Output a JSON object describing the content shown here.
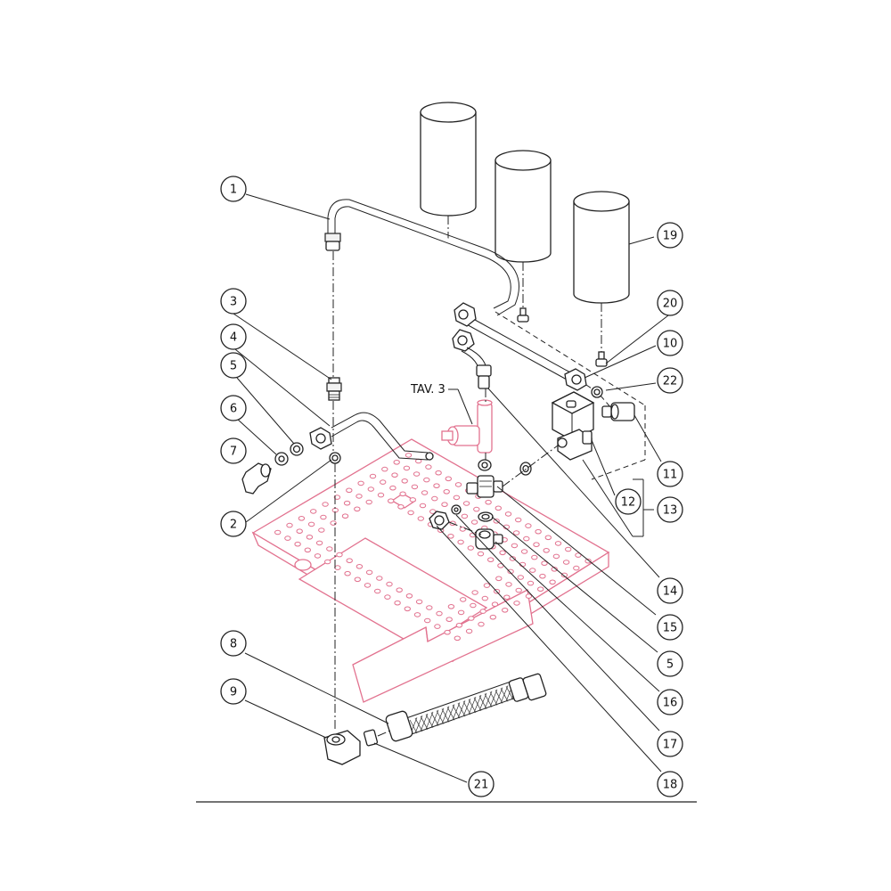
{
  "reference_label": "TAV. 3",
  "callouts": [
    {
      "id": "c1",
      "number": "1"
    },
    {
      "id": "c2",
      "number": "2"
    },
    {
      "id": "c3",
      "number": "3"
    },
    {
      "id": "c4",
      "number": "4"
    },
    {
      "id": "c5a",
      "number": "5"
    },
    {
      "id": "c6",
      "number": "6"
    },
    {
      "id": "c7",
      "number": "7"
    },
    {
      "id": "c8",
      "number": "8"
    },
    {
      "id": "c9",
      "number": "9"
    },
    {
      "id": "c10",
      "number": "10"
    },
    {
      "id": "c11",
      "number": "11"
    },
    {
      "id": "c12",
      "number": "12"
    },
    {
      "id": "c13",
      "number": "13"
    },
    {
      "id": "c14",
      "number": "14"
    },
    {
      "id": "c15",
      "number": "15"
    },
    {
      "id": "c5b",
      "number": "5"
    },
    {
      "id": "c16",
      "number": "16"
    },
    {
      "id": "c17",
      "number": "17"
    },
    {
      "id": "c18",
      "number": "18"
    },
    {
      "id": "c19",
      "number": "19"
    },
    {
      "id": "c20",
      "number": "20"
    },
    {
      "id": "c21",
      "number": "21"
    },
    {
      "id": "c22",
      "number": "22"
    }
  ]
}
